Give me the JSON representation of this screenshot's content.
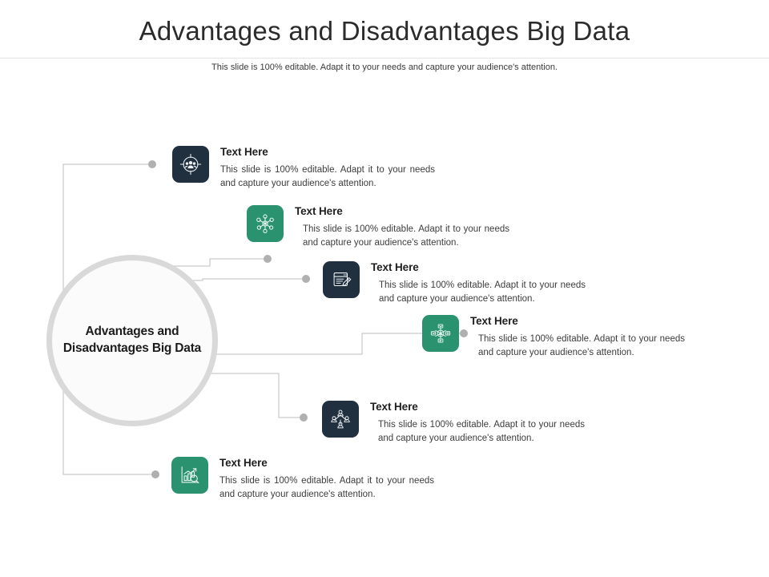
{
  "header": {
    "title": "Advantages and Disadvantages Big Data",
    "subtitle": "This slide is 100% editable. Adapt it to your needs and capture your audience's attention."
  },
  "hub": {
    "label": "Advantages and Disadvantages Big Data"
  },
  "colors": {
    "navy": "#20303f",
    "green": "#2b9270",
    "ring": "#d9d9d9",
    "connector": "#c9c9c9",
    "dot": "#b0b0b0",
    "title_text": "#2b2b2b",
    "body_text": "#3d3d3d"
  },
  "nodes": [
    {
      "icon": "target-audience-icon",
      "icon_style": "navy",
      "title": "Text Here",
      "body": "This slide is 100% editable. Adapt it to your needs and capture your audience's attention."
    },
    {
      "icon": "network-hub-icon",
      "icon_style": "green",
      "title": "Text Here",
      "body": "This slide is 100% editable. Adapt it to your needs and capture your audience's attention."
    },
    {
      "icon": "document-edit-icon",
      "icon_style": "navy",
      "title": "Text Here",
      "body": "This slide is 100% editable. Adapt it to your needs and capture your audience's attention."
    },
    {
      "icon": "data-analytics-network-icon",
      "icon_style": "green",
      "title": "Text Here",
      "body": "This slide is 100% editable. Adapt it to your needs and capture your audience's attention."
    },
    {
      "icon": "team-structure-icon",
      "icon_style": "navy",
      "title": "Text Here",
      "body": "This slide is 100% editable. Adapt it to your needs and capture your audience's attention."
    },
    {
      "icon": "chart-search-icon",
      "icon_style": "green",
      "title": "Text Here",
      "body": "This slide is 100% editable. Adapt it to your needs and capture your audience's attention."
    }
  ]
}
